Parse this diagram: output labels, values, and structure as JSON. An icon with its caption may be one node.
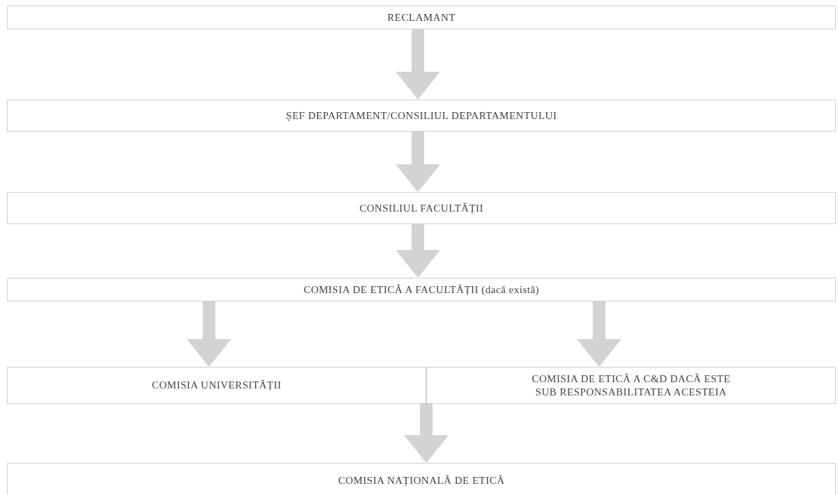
{
  "diagram": {
    "nodes": [
      {
        "text": [
          "RECLAMANT"
        ]
      },
      {
        "text": [
          "ȘEF DEPARTAMENT/CONSILIUL DEPARTAMENTULUI"
        ]
      },
      {
        "text": [
          "CONSILIUL FACULTĂȚII"
        ]
      },
      {
        "text": [
          "COMISIA DE ETICĂ A FACULTĂȚII (dacă există)"
        ]
      },
      {
        "text": [
          "COMISIA UNIVERSITĂȚII"
        ]
      },
      {
        "text": [
          "COMISIA DE ETICĂ A C&D DACĂ ESTE SUB RESPONSABILITATEA ACESTEIA"
        ]
      },
      {
        "text": [
          "COMISIA NAȚIONALĂ DE ETICĂ"
        ]
      }
    ],
    "edges": [
      {
        "from": 0,
        "to": 1,
        "arrow": "to"
      },
      {
        "from": 1,
        "to": 2,
        "arrow": "to"
      },
      {
        "from": 2,
        "to": 3,
        "arrow": "to"
      },
      {
        "from": 3,
        "to": 4,
        "arrow": "to"
      },
      {
        "from": 3,
        "to": 5,
        "arrow": "to"
      },
      {
        "from": 4,
        "to": 6,
        "arrow": "to"
      },
      {
        "from": 5,
        "to": 6,
        "arrow": "to"
      }
    ]
  }
}
